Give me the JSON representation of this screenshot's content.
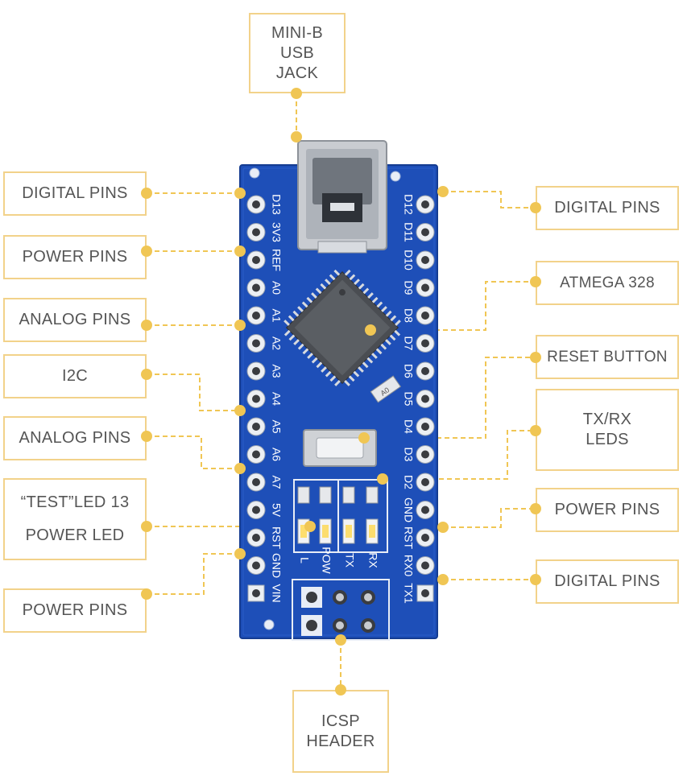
{
  "labels": {
    "usb": [
      "MINI-B",
      "USB",
      "JACK"
    ],
    "digital_left": "DIGITAL PINS",
    "power_left_1": "POWER PINS",
    "analog_left_1": "ANALOG PINS",
    "i2c": "I2C",
    "analog_left_2": "ANALOG PINS",
    "test_led": [
      "“TEST”LED 13",
      "POWER LED"
    ],
    "power_left_2": "POWER PINS",
    "icsp": [
      "ICSP",
      "HEADER"
    ],
    "digital_right_1": "DIGITAL PINS",
    "atmega": "ATMEGA 328",
    "reset": "RESET BUTTON",
    "txrx": [
      "TX/RX",
      "LEDS"
    ],
    "power_right": "POWER PINS",
    "digital_right_2": "DIGITAL PINS"
  },
  "board": {
    "left_silk": [
      "D13",
      "3V3",
      "REF",
      "A0",
      "A1",
      "A2",
      "A3",
      "A4",
      "A5",
      "A6",
      "A7",
      "5V",
      "RST",
      "GND",
      "VIN"
    ],
    "right_silk": [
      "D12",
      "D11",
      "D10",
      "D9",
      "D8",
      "D7",
      "D6",
      "D5",
      "D4",
      "D3",
      "D2",
      "GND",
      "RST",
      "RX0",
      "TX1"
    ],
    "led_labels": [
      "L",
      "POW",
      "TX",
      "RX"
    ],
    "crystal_mark": "A0"
  },
  "colors": {
    "pcb_blue": "#1e4fb8",
    "connector_gold": "#f0c654",
    "frame_border": "#f2d28a"
  }
}
